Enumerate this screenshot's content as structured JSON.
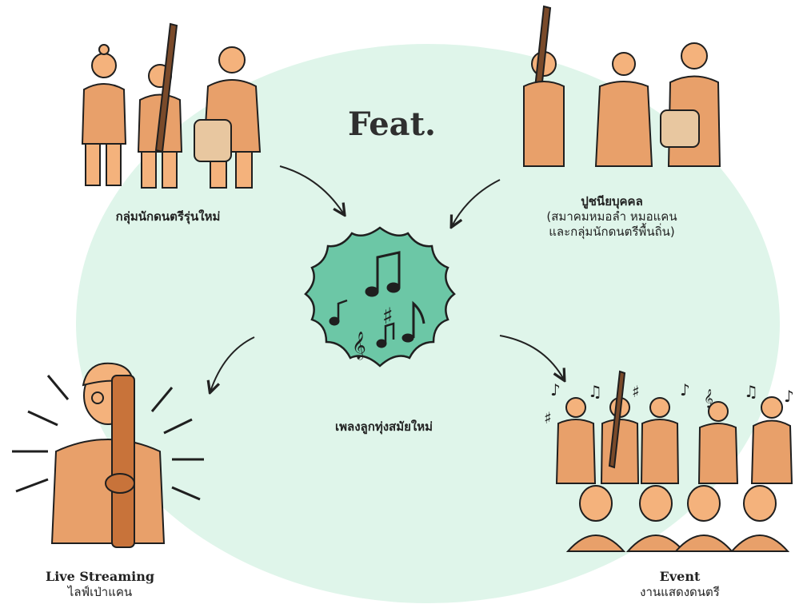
{
  "title": "Feat.",
  "nodes": {
    "new_musicians": {
      "label": "กลุ่มนักดนตรีรุ่นใหม่"
    },
    "elders": {
      "label": "ปูชนียบุคคล",
      "sub1": "(สมาคมหมอลำ หมอแคน",
      "sub2": "และกลุ่มนักดนตรีพื้นถิ่น)"
    },
    "center": {
      "label": "เพลงลูกทุ่งสมัยใหม่"
    },
    "live": {
      "label": "Live Streaming",
      "sub": "ไลฟ์เป่าแคน"
    },
    "event": {
      "label": "Event",
      "sub": "งานแสดงดนตรี"
    }
  },
  "colors": {
    "circle_bg": "#dff5ea",
    "badge": "#6cc7a6",
    "skin": "#f4b27c",
    "outfit": "#e8a06a",
    "ink": "#1f1f1f",
    "khaen": "#c8733a"
  },
  "icons": [
    "musical-notes-icon",
    "sharp-icon",
    "treble-clef-icon",
    "khaen-icon",
    "arrow-icon"
  ]
}
